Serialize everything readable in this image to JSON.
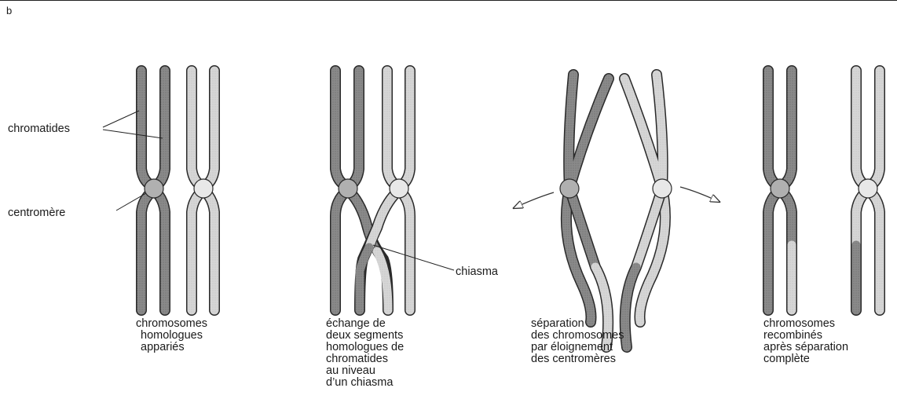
{
  "figure_letter": "b",
  "labels": {
    "chromatides": "chromatides",
    "centromere": "centromère",
    "chiasma": "chiasma"
  },
  "captions": [
    [
      "chromosomes",
      "homologues",
      "appariés"
    ],
    [
      "échange de",
      "deux segments",
      "homologues de",
      "chromatides",
      "au niveau",
      "d’un chiasma"
    ],
    [
      "séparation",
      "des chromosomes",
      "par éloignement",
      "des centromères"
    ],
    [
      "chromosomes",
      "recombinés",
      "après séparation",
      "complète"
    ]
  ],
  "colors": {
    "dark_chromosome": "#8a8a8a",
    "light_chromosome": "#d6d6d6",
    "outline": "#2a2a2a",
    "centromere": "#cfcfcf"
  }
}
